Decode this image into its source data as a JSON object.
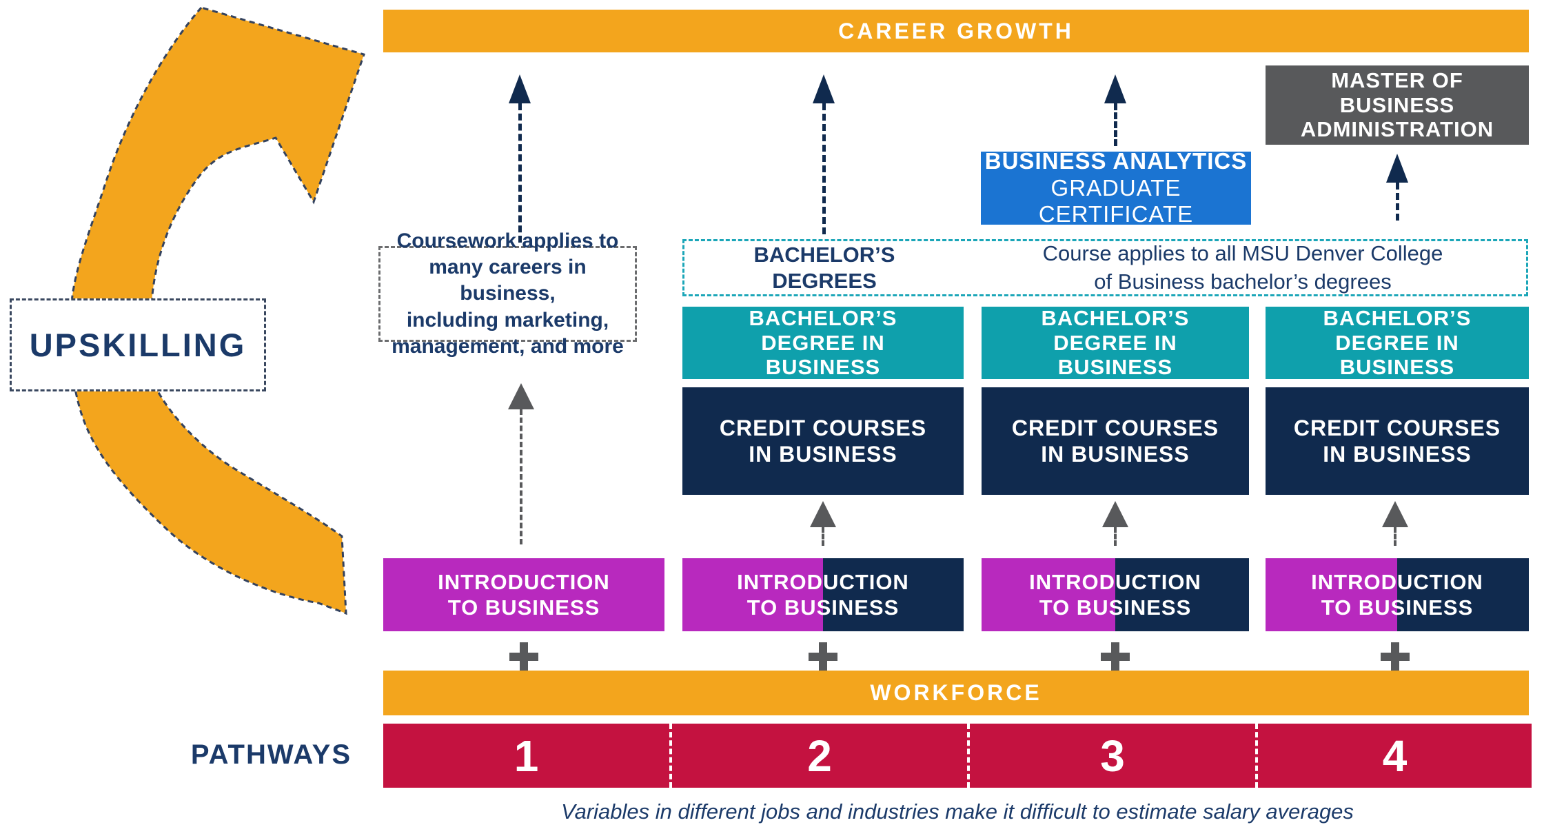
{
  "header": {
    "career_growth": "CAREER GROWTH"
  },
  "upskilling_label": "UPSKILLING",
  "mba": {
    "lines": [
      "MASTER OF",
      "BUSINESS",
      "ADMINISTRATION"
    ]
  },
  "ba_certificate": {
    "title": "BUSINESS ANALYTICS",
    "lines": [
      "GRADUATE",
      "CERTIFICATE"
    ]
  },
  "bachelors_degrees_label": {
    "lines": [
      "BACHELOR’S",
      "DEGREES"
    ]
  },
  "course_note": {
    "lines": [
      "Course applies to all MSU Denver College",
      "of Business bachelor’s degrees"
    ]
  },
  "coursework_note": {
    "lines": [
      "Coursework applies to",
      "many careers in business,",
      "including marketing,",
      "management, and more"
    ]
  },
  "bachelor_degree_box": {
    "lines": [
      "BACHELOR’S",
      "DEGREE IN",
      "BUSINESS"
    ]
  },
  "credit_courses_box": {
    "lines": [
      "CREDIT COURSES",
      "IN BUSINESS"
    ]
  },
  "intro_box": {
    "lines": [
      "INTRODUCTION",
      "TO BUSINESS"
    ]
  },
  "workforce_label": "WORKFORCE",
  "pathways": {
    "label": "PATHWAYS",
    "numbers": [
      "1",
      "2",
      "3",
      "4"
    ]
  },
  "footnote": "Variables in different jobs and industries make it difficult to estimate salary averages",
  "colors": {
    "gold": "#F3A51D",
    "crimson": "#C41240",
    "magenta": "#B829BE",
    "teal": "#0FA0AC",
    "blue": "#1B74D2",
    "navy": "#102A4E",
    "gray": "#58595B",
    "navytext": "#1B3A69",
    "tealborder": "#1BA6B8"
  }
}
